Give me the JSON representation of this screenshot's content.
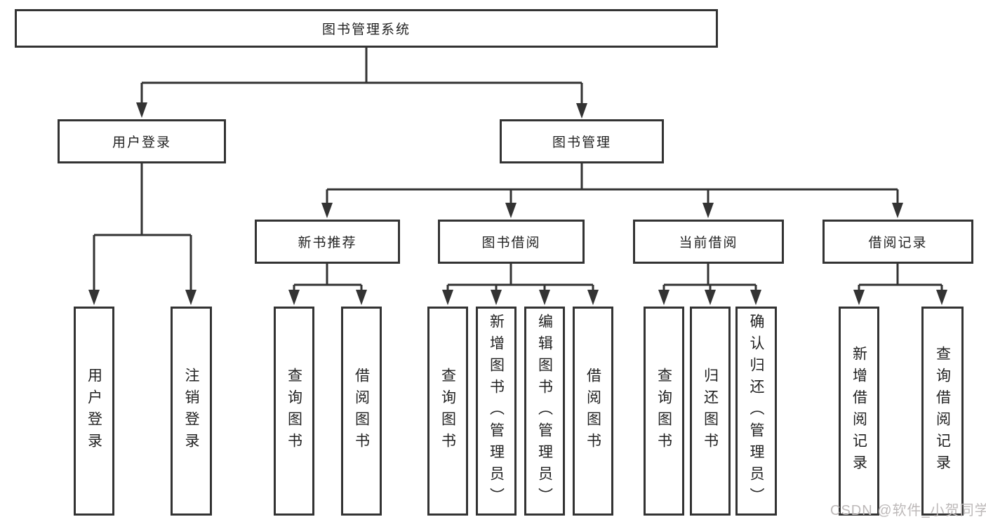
{
  "diagram": {
    "root_label": "图书管理系统",
    "branches": [
      {
        "label": "用户登录",
        "children": [
          {
            "label": "用户登录"
          },
          {
            "label": "注销登录"
          }
        ]
      },
      {
        "label": "图书管理",
        "children": [
          {
            "label": "新书推荐",
            "children": [
              {
                "label": "查询图书"
              },
              {
                "label": "借阅图书"
              }
            ]
          },
          {
            "label": "图书借阅",
            "children": [
              {
                "label": "查询图书"
              },
              {
                "label": "新增图书（管理员）"
              },
              {
                "label": "编辑图书（管理员）"
              },
              {
                "label": "借阅图书"
              }
            ]
          },
          {
            "label": "当前借阅",
            "children": [
              {
                "label": "查询图书"
              },
              {
                "label": "归还图书"
              },
              {
                "label": "确认归还（管理员）"
              }
            ]
          },
          {
            "label": "借阅记录",
            "children": [
              {
                "label": "新增借阅记录"
              },
              {
                "label": "查询借阅记录"
              }
            ]
          }
        ]
      }
    ]
  },
  "watermark": {
    "text": "CSDN @软件_小贺同学"
  },
  "colors": {
    "line": "#333333",
    "text": "#222222",
    "watermark": "#bdb9b9",
    "background": "#ffffff"
  }
}
